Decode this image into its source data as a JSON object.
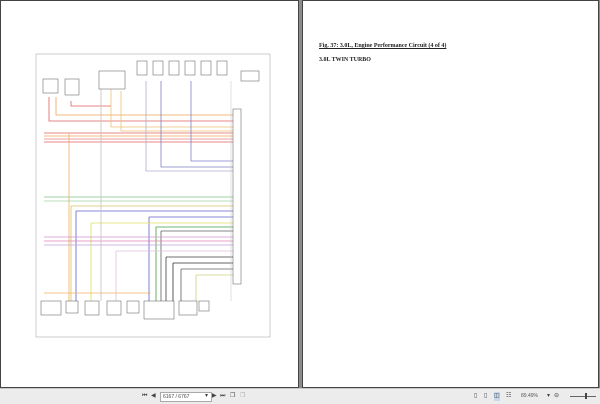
{
  "document": {
    "figure_title": "Fig. 37: 3.0L, Engine Performance Circuit (4 of 4)",
    "subtitle": "3.0L TWIN TURBO",
    "diagram": "wiring-diagram"
  },
  "toolbar": {
    "first_page_icon": "first-page-icon",
    "prev_page_icon": "prev-page-icon",
    "page_value": "6167 / 6767",
    "next_page_icon": "next-page-icon",
    "last_page_icon": "last-page-icon",
    "zoom_level": "89.49%",
    "zoom_percent": 89.49
  },
  "colors": {
    "background": "#8c8c8c",
    "toolbar": "#ececec"
  }
}
